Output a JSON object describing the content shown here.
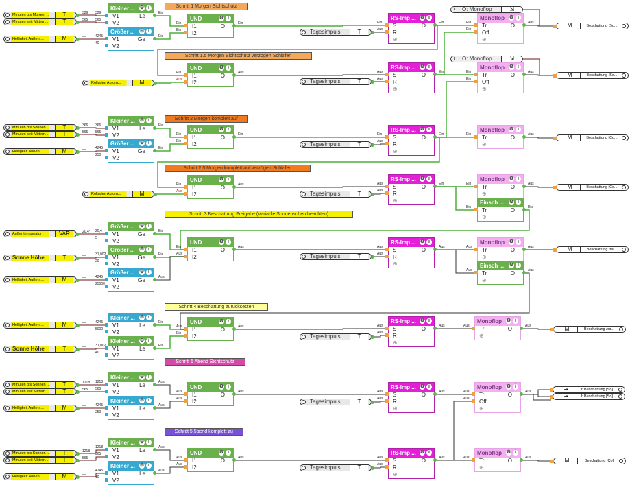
{
  "colors": {
    "green": "#6ab04c",
    "blue": "#35a9cf",
    "rs": "#e41fd8",
    "mono": "#f3b0f0",
    "wire_on": "#4caf3a",
    "wire_off": "#333333",
    "wire_analog": "#6b1a1a"
  },
  "steps": [
    {
      "comment": {
        "text": "Schritt 1 Morgen Sichtschutz",
        "color": "#f4a95a"
      },
      "inputs": [
        {
          "label": "Minuten bis Morgen ...",
          "type": "T",
          "out_value": "329"
        },
        {
          "label": "Minuten seit Mittern...",
          "type": "T",
          "out_value": "565"
        },
        {
          "label": "Helligkeit Außen ...",
          "type": "M",
          "out_value": "—"
        }
      ],
      "comparators": [
        {
          "title": "Kleiner ...",
          "color": "green",
          "ports": [
            {
              "label": "V1",
              "value": "329"
            },
            {
              "label": "V2",
              "value": "565"
            }
          ],
          "out": "Le",
          "out_state": "Ein"
        },
        {
          "title": "Größer ...",
          "color": "blue",
          "ports": [
            {
              "label": "V1",
              "value": "4245"
            },
            {
              "label": "V2",
              "value": "40"
            }
          ],
          "out": "Ge",
          "out_state": "Ein"
        }
      ],
      "und": {
        "title": "UND",
        "ports": [
          {
            "label": "I1",
            "state": "Ein"
          },
          {
            "label": "I2",
            "state": "Ein"
          }
        ],
        "out": "O",
        "out_state": "Ein"
      },
      "tag": {
        "label": "Tagesimpuls",
        "type": "T"
      },
      "rs": {
        "title": "RS-Imp ...",
        "ports": [
          {
            "label": "S",
            "state": "Ein"
          },
          {
            "label": "R",
            "state": "Aus"
          }
        ],
        "out": "O",
        "out_state": "Ein"
      },
      "mono_ref": {
        "label": "O: Monoflop"
      },
      "mono": {
        "title": "Monoflop",
        "ports": [
          {
            "label": "Tr",
            "state": "Ein"
          },
          {
            "label": "Off",
            "state": "Ein"
          }
        ],
        "out": "O",
        "out_state": "Aus"
      },
      "outputs": [
        {
          "type": "M",
          "label": "Beschattung [So..."
        }
      ]
    },
    {
      "comment": {
        "text": "Schritt 1.5  Morgen Sichtschutz verzögert Schlafen",
        "color": "#f4a95a"
      },
      "auto": {
        "label": "Rolladen Autom...",
        "type": "M"
      },
      "und": {
        "title": "UND",
        "ports": [
          {
            "label": "I1",
            "state": "Ein"
          },
          {
            "label": "I2",
            "state": "Aus"
          }
        ],
        "out": "O",
        "out_state": "Aus"
      },
      "tag": {
        "label": "Tagesimpuls",
        "type": "T"
      },
      "rs": {
        "title": "RS-Imp ...",
        "ports": [
          {
            "label": "S",
            "state": "Aus"
          },
          {
            "label": "R",
            "state": "Aus"
          }
        ],
        "out": "O",
        "out_state": "Ein"
      },
      "mono_ref": {
        "label": "O: Monoflop"
      },
      "mono": {
        "title": "Monoflop",
        "ports": [
          {
            "label": "Tr",
            "state": "Ein"
          },
          {
            "label": "Off",
            "state": "Ein"
          }
        ],
        "out": "O",
        "out_state": "Aus"
      },
      "outputs": [
        {
          "type": "M",
          "label": "Beschattung [So..."
        }
      ]
    },
    {
      "comment": {
        "text": "Schritt 2 Morgen komplett auf",
        "color": "#f07a20"
      },
      "inputs": [
        {
          "label": "Minuten bis Sonnen ...",
          "type": "T",
          "out_value": "366"
        },
        {
          "label": "Minuten seit Mittern...",
          "type": "T",
          "out_value": "565"
        },
        {
          "label": "Helligkeit Außen ...",
          "type": "M",
          "out_value": "—"
        }
      ],
      "comparators": [
        {
          "title": "Kleiner ...",
          "color": "green",
          "ports": [
            {
              "label": "V1",
              "value": "366"
            },
            {
              "label": "V2",
              "value": "565"
            }
          ],
          "out": "Le",
          "out_state": "Ein"
        },
        {
          "title": "Größer ...",
          "color": "blue",
          "ports": [
            {
              "label": "V1",
              "value": "4245"
            },
            {
              "label": "V2",
              "value": "250"
            }
          ],
          "out": "Ge",
          "out_state": "Ein"
        }
      ],
      "und": {
        "title": "UND",
        "ports": [
          {
            "label": "I1",
            "state": "Ein"
          },
          {
            "label": "I2",
            "state": "Ein"
          }
        ],
        "out": "O",
        "out_state": "Ein"
      },
      "tag": {
        "label": "Tagesimpuls",
        "type": "T"
      },
      "rs": {
        "title": "RS-Imp ...",
        "ports": [
          {
            "label": "S",
            "state": "Ein"
          },
          {
            "label": "R",
            "state": "Aus"
          }
        ],
        "out": "O",
        "out_state": "Ein"
      },
      "mono": {
        "title": "Monoflop",
        "ports": [
          {
            "label": "Tr",
            "state": "Ein"
          }
        ],
        "out": "O",
        "out_state": "Aus"
      },
      "outputs": [
        {
          "type": "M",
          "label": "Beschattung [Co..."
        }
      ]
    },
    {
      "comment": {
        "text": "Schritt 2.5 Morgen komplett auf verzögert Schlafen",
        "color": "#f07a20"
      },
      "auto": {
        "label": "Rolladen Autom...",
        "type": "M"
      },
      "und": {
        "title": "UND",
        "ports": [
          {
            "label": "I1",
            "state": "Ein"
          },
          {
            "label": "I2",
            "state": "Aus"
          }
        ],
        "out": "O",
        "out_state": "Aus"
      },
      "tag": {
        "label": "Tagesimpuls",
        "type": "T"
      },
      "rs": {
        "title": "RS-Imp ...",
        "ports": [
          {
            "label": "S",
            "state": "Aus"
          },
          {
            "label": "R",
            "state": "Aus"
          }
        ],
        "out": "O",
        "out_state": "Ein"
      },
      "mono": {
        "title": "Monoflop",
        "ports": [
          {
            "label": "Tr",
            "state": "Ein"
          }
        ],
        "out": "O",
        "out_state": "Aus"
      },
      "einsch": {
        "title": "Einsch ...",
        "ports": [
          {
            "label": "Tr",
            "state": "Ein"
          }
        ],
        "out": "O",
        "out_state": "Ein"
      },
      "outputs": [
        {
          "type": "M",
          "label": "Beschattung [Co..."
        }
      ]
    },
    {
      "comment": {
        "text": "Schritt 3 Beschattung Freigabe (Variable Sonnenschen beachten)",
        "color": "#f5f000"
      },
      "inputs": [
        {
          "label": "Außentemperatur",
          "type": "VAR",
          "out_value": "20,4°"
        },
        {
          "label": "Sonne Höhe",
          "type": "T",
          "out_value": "—"
        },
        {
          "label": "Helligkeit Außen ...",
          "type": "M",
          "out_value": "—"
        }
      ],
      "comparators": [
        {
          "title": "Größer ...",
          "color": "green",
          "ports": [
            {
              "label": "V1",
              "value": "20,4"
            },
            {
              "label": "V2",
              "value": "5"
            }
          ],
          "out": "Ge",
          "out_state": "Ein"
        },
        {
          "title": "Größer ...",
          "color": "green",
          "ports": [
            {
              "label": "V1",
              "value": "31,002"
            },
            {
              "label": "V2",
              "value": "20"
            }
          ],
          "out": "Ge",
          "out_state": "Ein"
        },
        {
          "title": "Größer ...",
          "color": "blue",
          "ports": [
            {
              "label": "V1",
              "value": "4245"
            },
            {
              "label": "V2",
              "value": "25000"
            }
          ],
          "out": "Ge",
          "out_state": "Aus"
        }
      ],
      "und": {
        "title": "UND",
        "ports": [
          {
            "label": "I1",
            "state": "Ein"
          },
          {
            "label": "I2",
            "state": "Aus"
          }
        ],
        "out": "O",
        "out_state": "Aus"
      },
      "tag": {
        "label": "Tagesimpuls",
        "type": "T"
      },
      "rs": {
        "title": "RS-Imp ...",
        "ports": [
          {
            "label": "S",
            "state": "Aus"
          },
          {
            "label": "R",
            "state": "Aus"
          }
        ],
        "out": "O",
        "out_state": "Aus"
      },
      "mono": {
        "title": "Monoflop",
        "ports": [
          {
            "label": "Tr",
            "state": "Aus"
          }
        ],
        "out": "O",
        "out_state": "Aus"
      },
      "einsch": {
        "title": "Einsch ...",
        "ports": [
          {
            "label": "Tr",
            "state": "Aus"
          }
        ],
        "out": "O",
        "out_state": "Aus"
      },
      "outputs": [
        {
          "type": "M",
          "label": "Beschattung frei..."
        }
      ]
    },
    {
      "comment": {
        "text": "Schritt 4 Beschattung zurücksetzen",
        "color": "#ffff99"
      },
      "inputs": [
        {
          "label": "Helligkeit Außen ...",
          "type": "M",
          "out_value": "—"
        },
        {
          "label": "Sonne Höhe",
          "type": "T",
          "out_value": "—"
        }
      ],
      "comparators": [
        {
          "title": "Kleiner ...",
          "color": "blue",
          "ports": [
            {
              "label": "V1",
              "value": "4245"
            },
            {
              "label": "V2",
              "value": "5000"
            }
          ],
          "out": "Le",
          "out_state": "Ein"
        },
        {
          "title": "Kleiner ...",
          "color": "green",
          "ports": [
            {
              "label": "V1",
              "value": "31,002"
            },
            {
              "label": "V2",
              "value": "40"
            }
          ],
          "out": "Le",
          "out_state": "Ein"
        }
      ],
      "und": {
        "title": "UND",
        "ports": [
          {
            "label": "I1",
            "state": "Aus"
          },
          {
            "label": "I2",
            "state": "Ein"
          }
        ],
        "out": "O",
        "out_state": "Aus"
      },
      "tag": {
        "label": "Tagesimpuls",
        "type": "T"
      },
      "rs": {
        "title": "RS-Imp ...",
        "ports": [
          {
            "label": "S",
            "state": "Aus"
          },
          {
            "label": "R",
            "state": "Aus"
          }
        ],
        "out": "O",
        "out_state": "Aus"
      },
      "mono": {
        "title": "Monoflop",
        "ports": [
          {
            "label": "Tr",
            "state": "Aus"
          }
        ],
        "out": "O",
        "out_state": "Aus"
      },
      "outputs": [
        {
          "type": "M",
          "label": "Beschattung zur..."
        }
      ]
    },
    {
      "comment": {
        "text": "Schritt 5 Abend Sichtschutz",
        "color": "#d54aa8"
      },
      "inputs": [
        {
          "label": "Minuten bis Sonnen ...",
          "type": "T",
          "out_value": "1218"
        },
        {
          "label": "Minuten seit Mittern...",
          "type": "T",
          "out_value": "565"
        },
        {
          "label": "Helligkeit Außen ...",
          "type": "M",
          "out_value": "—"
        }
      ],
      "comparators": [
        {
          "title": "Kleiner ...",
          "color": "green",
          "ports": [
            {
              "label": "V1",
              "value": "1218"
            },
            {
              "label": "V2",
              "value": "565"
            }
          ],
          "out": "Le",
          "out_state": "Aus"
        },
        {
          "title": "Kleiner ...",
          "color": "blue",
          "ports": [
            {
              "label": "V1",
              "value": "4245"
            },
            {
              "label": "V2",
              "value": "250"
            }
          ],
          "out": "Le",
          "out_state": "Aus"
        }
      ],
      "und": {
        "title": "UND",
        "ports": [
          {
            "label": "I1",
            "state": "Aus"
          },
          {
            "label": "I2",
            "state": "Aus"
          }
        ],
        "out": "O",
        "out_state": "Aus"
      },
      "tag": {
        "label": "Tagesimpuls",
        "type": "T"
      },
      "rs": {
        "title": "RS-Imp ...",
        "ports": [
          {
            "label": "S",
            "state": "Aus"
          },
          {
            "label": "R",
            "state": "Aus"
          }
        ],
        "out": "O",
        "out_state": "Aus"
      },
      "mono": {
        "title": "Monoflop",
        "ports": [
          {
            "label": "Tr",
            "state": "Aus"
          },
          {
            "label": "Off",
            "state": "Aus"
          }
        ],
        "out": "O",
        "out_state": "Aus"
      },
      "outputs": [
        {
          "type": "⇥",
          "label": "I: Beschattung [So]..."
        },
        {
          "type": "⇥",
          "label": "I: Beschattung [So]..."
        }
      ]
    },
    {
      "comment": {
        "text": "Schritt 5.5bend komplett zu",
        "color": "#7a50d8"
      },
      "inputs": [
        {
          "label": "Minuten bis Sonnen ...",
          "type": "T",
          "out_value": "1218"
        },
        {
          "label": "Minuten seit Mittern...",
          "type": "T",
          "out_value": "565"
        },
        {
          "label": "Helligkeit Außen ...",
          "type": "M",
          "out_value": "—"
        }
      ],
      "comparators": [
        {
          "title": "Kleiner ...",
          "color": "green",
          "ports": [
            {
              "label": "V1",
              "value": "1218"
            },
            {
              "label": "V2",
              "value": "565"
            }
          ],
          "out": "Le",
          "out_state": "Aus"
        },
        {
          "title": "Kleiner ...",
          "color": "blue",
          "ports": [
            {
              "label": "V1",
              "value": "4245"
            },
            {
              "label": "V2",
              "value": "10"
            }
          ],
          "out": "Le",
          "out_state": "Aus"
        }
      ],
      "und": {
        "title": "UND",
        "ports": [
          {
            "label": "I1",
            "state": "Aus"
          },
          {
            "label": "I2",
            "state": "Aus"
          }
        ],
        "out": "O",
        "out_state": "Aus"
      },
      "tag": {
        "label": "Tagesimpuls",
        "type": "T"
      },
      "rs": {
        "title": "RS-Imp ...",
        "ports": [
          {
            "label": "S",
            "state": "Aus"
          },
          {
            "label": "R",
            "state": "Aus"
          }
        ],
        "out": "O",
        "out_state": "Aus"
      },
      "mono": {
        "title": "Monoflop",
        "ports": [
          {
            "label": "Tr",
            "state": "Aus"
          }
        ],
        "out": "O",
        "out_state": "Aus"
      },
      "outputs": [
        {
          "type": "M",
          "label": "Beschattung [Co]"
        }
      ]
    }
  ]
}
